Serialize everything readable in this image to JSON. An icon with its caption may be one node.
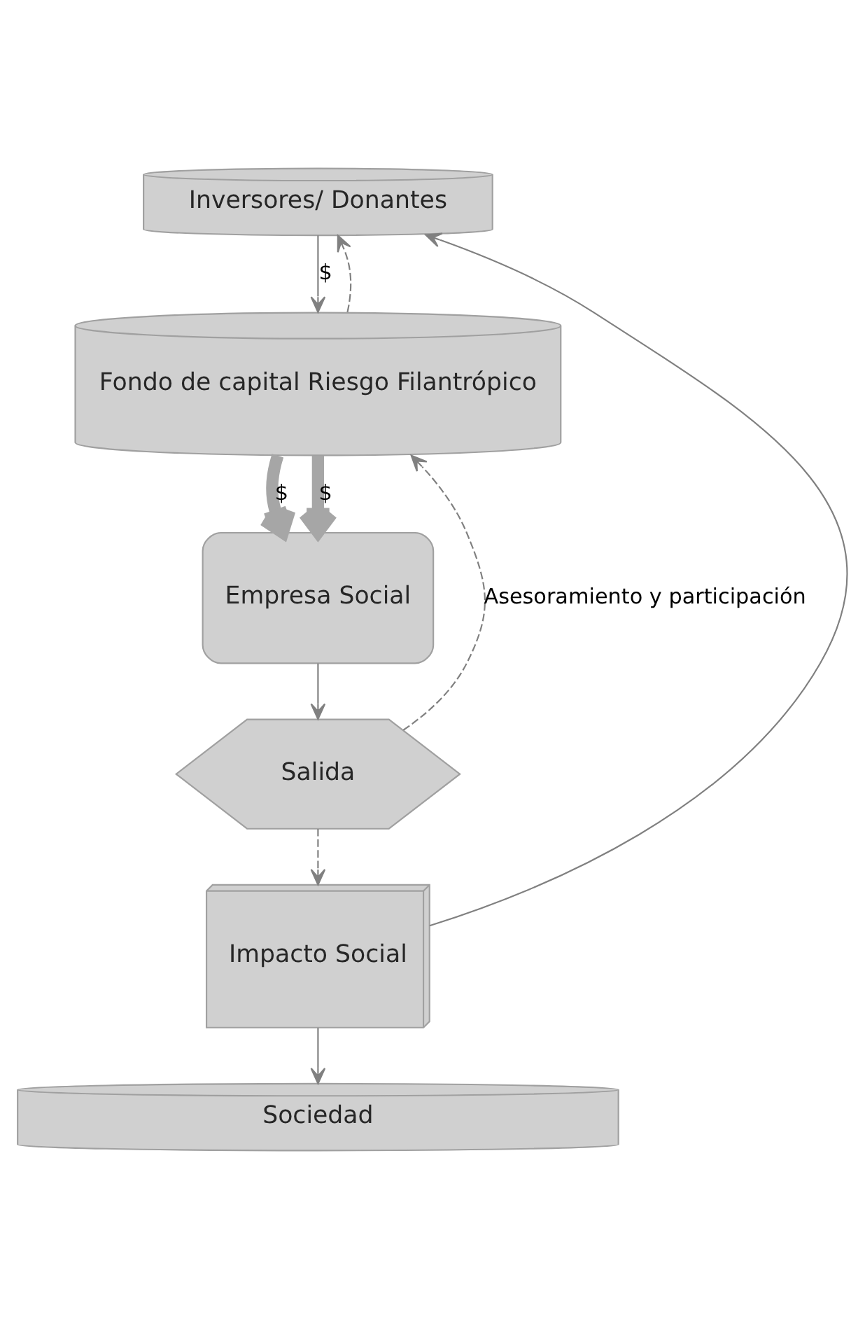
{
  "diagram": {
    "nodes": [
      {
        "text": [
          "Inversores/ Donantes"
        ]
      },
      {
        "text": [
          "Fondo de capital Riesgo Filantrópico"
        ]
      },
      {
        "text": [
          "Empresa Social"
        ]
      },
      {
        "text": [
          "Salida"
        ]
      },
      {
        "text": [
          "Impacto Social"
        ]
      },
      {
        "text": [
          "Sociedad"
        ]
      }
    ],
    "edges": [
      {
        "from": 0,
        "to": 1,
        "arrow": "to",
        "label": "$"
      },
      {
        "from": 1,
        "to": 0,
        "arrow": "to",
        "style": "dashed"
      },
      {
        "from": 1,
        "to": 2,
        "arrow": "to",
        "style": "thick",
        "label": "$"
      },
      {
        "from": 1,
        "to": 2,
        "arrow": "to",
        "style": "thick",
        "label": "$"
      },
      {
        "from": 2,
        "to": 3,
        "arrow": "to"
      },
      {
        "from": 3,
        "to": 1,
        "arrow": "to",
        "style": "dashed",
        "label": "Asesoramiento y participación"
      },
      {
        "from": 3,
        "to": 4,
        "arrow": "to",
        "style": "dashed"
      },
      {
        "from": 4,
        "to": 0,
        "arrow": "to"
      },
      {
        "from": 4,
        "to": 5,
        "arrow": "to"
      }
    ]
  }
}
